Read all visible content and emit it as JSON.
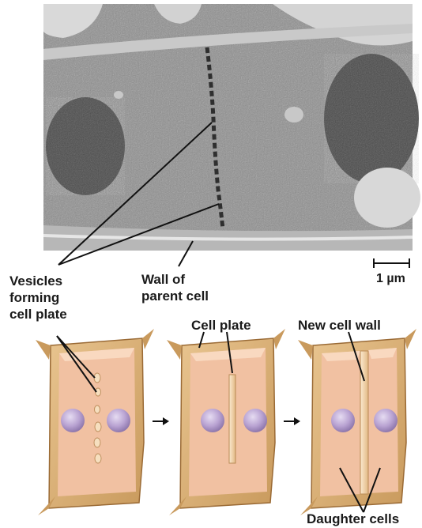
{
  "labels": {
    "vesicles": [
      "Vesicles",
      "forming",
      "cell plate"
    ],
    "wall_parent": [
      "Wall of",
      "parent cell"
    ],
    "cell_plate": "Cell plate",
    "new_cell_wall": "New cell wall",
    "daughter_cells": "Daughter cells"
  },
  "scale_bar": "1 µm",
  "colors": {
    "wall": "#d9ae76",
    "wall_dark": "#b4824c",
    "cytoplasm": "#f3c3a6",
    "nucleus": "#b9a3d2",
    "micrograph_bg": "#8a8a8a"
  }
}
